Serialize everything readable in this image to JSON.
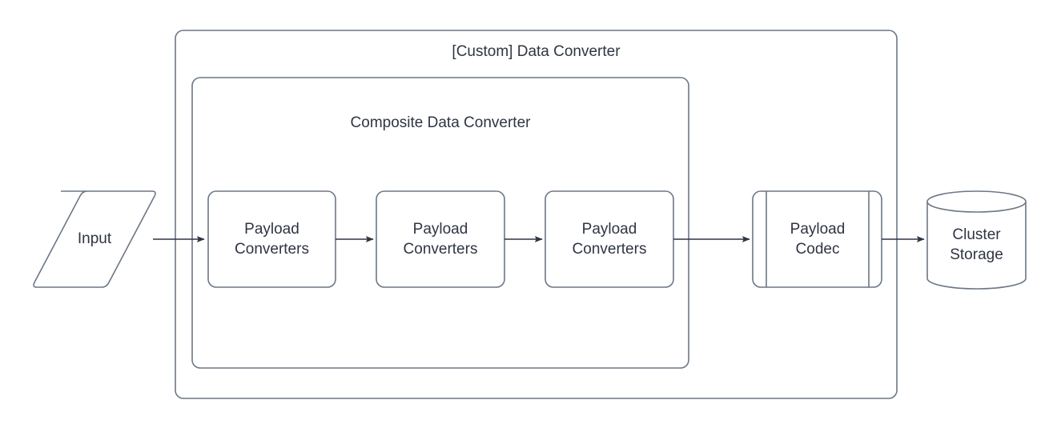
{
  "diagram": {
    "title": "[Custom] Data Converter",
    "type": "flowchart",
    "background_color": "#ffffff",
    "stroke_color": "#6c7785",
    "edge_color": "#2f3542",
    "text_color": "#2f3542",
    "containers": [
      {
        "id": "custom-data-converter",
        "label": "[Custom] Data Converter",
        "shape": "rounded-rectangle"
      },
      {
        "id": "composite-data-converter",
        "label": "Composite Data Converter",
        "shape": "rounded-rectangle"
      }
    ],
    "nodes": [
      {
        "id": "input",
        "label": "Input",
        "shape": "parallelogram"
      },
      {
        "id": "payload-converters-1",
        "label": "Payload\nConverters",
        "shape": "rounded-rectangle"
      },
      {
        "id": "payload-converters-2",
        "label": "Payload\nConverters",
        "shape": "rounded-rectangle"
      },
      {
        "id": "payload-converters-3",
        "label": "Payload\nConverters",
        "shape": "rounded-rectangle"
      },
      {
        "id": "payload-codec",
        "label": "Payload\nCodec",
        "shape": "predefined-process"
      },
      {
        "id": "cluster-storage",
        "label": "Cluster\nStorage",
        "shape": "cylinder"
      }
    ],
    "edges": [
      {
        "id": "edge-input-to-pc1",
        "from": "input",
        "to": "payload-converters-1",
        "arrow": "single"
      },
      {
        "id": "edge-pc1-to-pc2",
        "from": "payload-converters-1",
        "to": "payload-converters-2",
        "arrow": "single"
      },
      {
        "id": "edge-pc2-to-pc3",
        "from": "payload-converters-2",
        "to": "payload-converters-3",
        "arrow": "single"
      },
      {
        "id": "edge-pc3-to-codec",
        "from": "payload-converters-3",
        "to": "payload-codec",
        "arrow": "single"
      },
      {
        "id": "edge-codec-to-storage",
        "from": "payload-codec",
        "to": "cluster-storage",
        "arrow": "single"
      }
    ]
  }
}
